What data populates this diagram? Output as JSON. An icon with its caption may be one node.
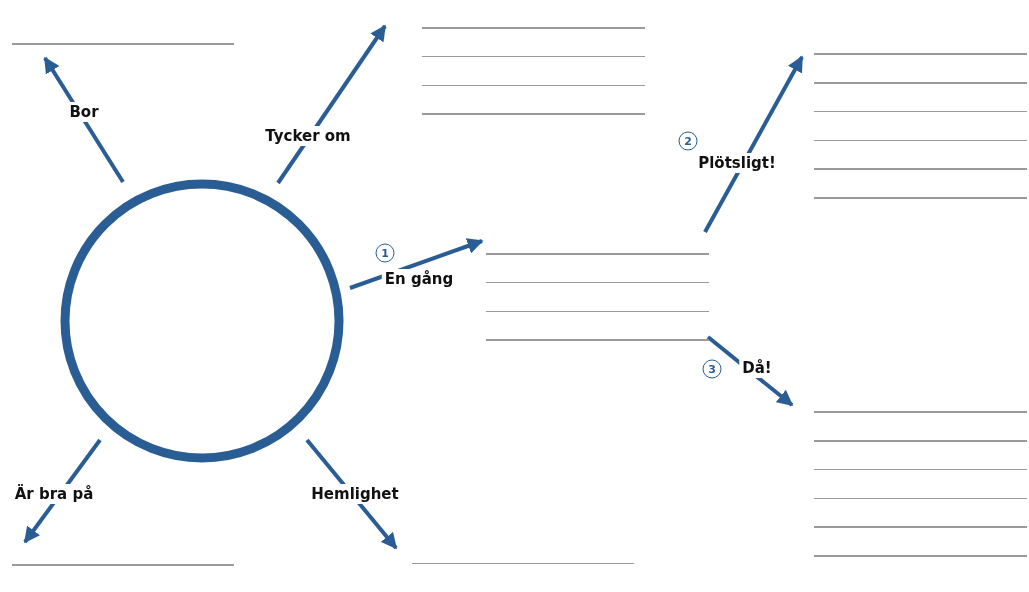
{
  "diagram": {
    "nodes": [
      {
        "text": [],
        "shape": "circle"
      },
      {
        "text": [],
        "shape": "lines"
      },
      {
        "text": [],
        "shape": "lines"
      },
      {
        "text": [],
        "shape": "lines"
      },
      {
        "text": [],
        "shape": "lines"
      },
      {
        "text": [],
        "shape": "lines"
      },
      {
        "text": [],
        "shape": "lines"
      },
      {
        "text": [],
        "shape": "lines"
      }
    ],
    "edges": [
      {
        "from": 0,
        "to": 1,
        "arrow": "to",
        "label": "Bor"
      },
      {
        "from": 0,
        "to": 2,
        "arrow": "to",
        "label": "Tycker om"
      },
      {
        "from": 0,
        "to": 3,
        "arrow": "to",
        "label": "En gång"
      },
      {
        "from": 3,
        "to": 4,
        "arrow": "to",
        "label": "Plötsligt!"
      },
      {
        "from": 3,
        "to": 5,
        "arrow": "to",
        "label": "Då!"
      },
      {
        "from": 0,
        "to": 6,
        "arrow": "to",
        "label": "Är bra på"
      },
      {
        "from": 0,
        "to": 7,
        "arrow": "to",
        "label": "Hemlighet"
      }
    ],
    "labels": [
      "1",
      "2",
      "3"
    ]
  }
}
